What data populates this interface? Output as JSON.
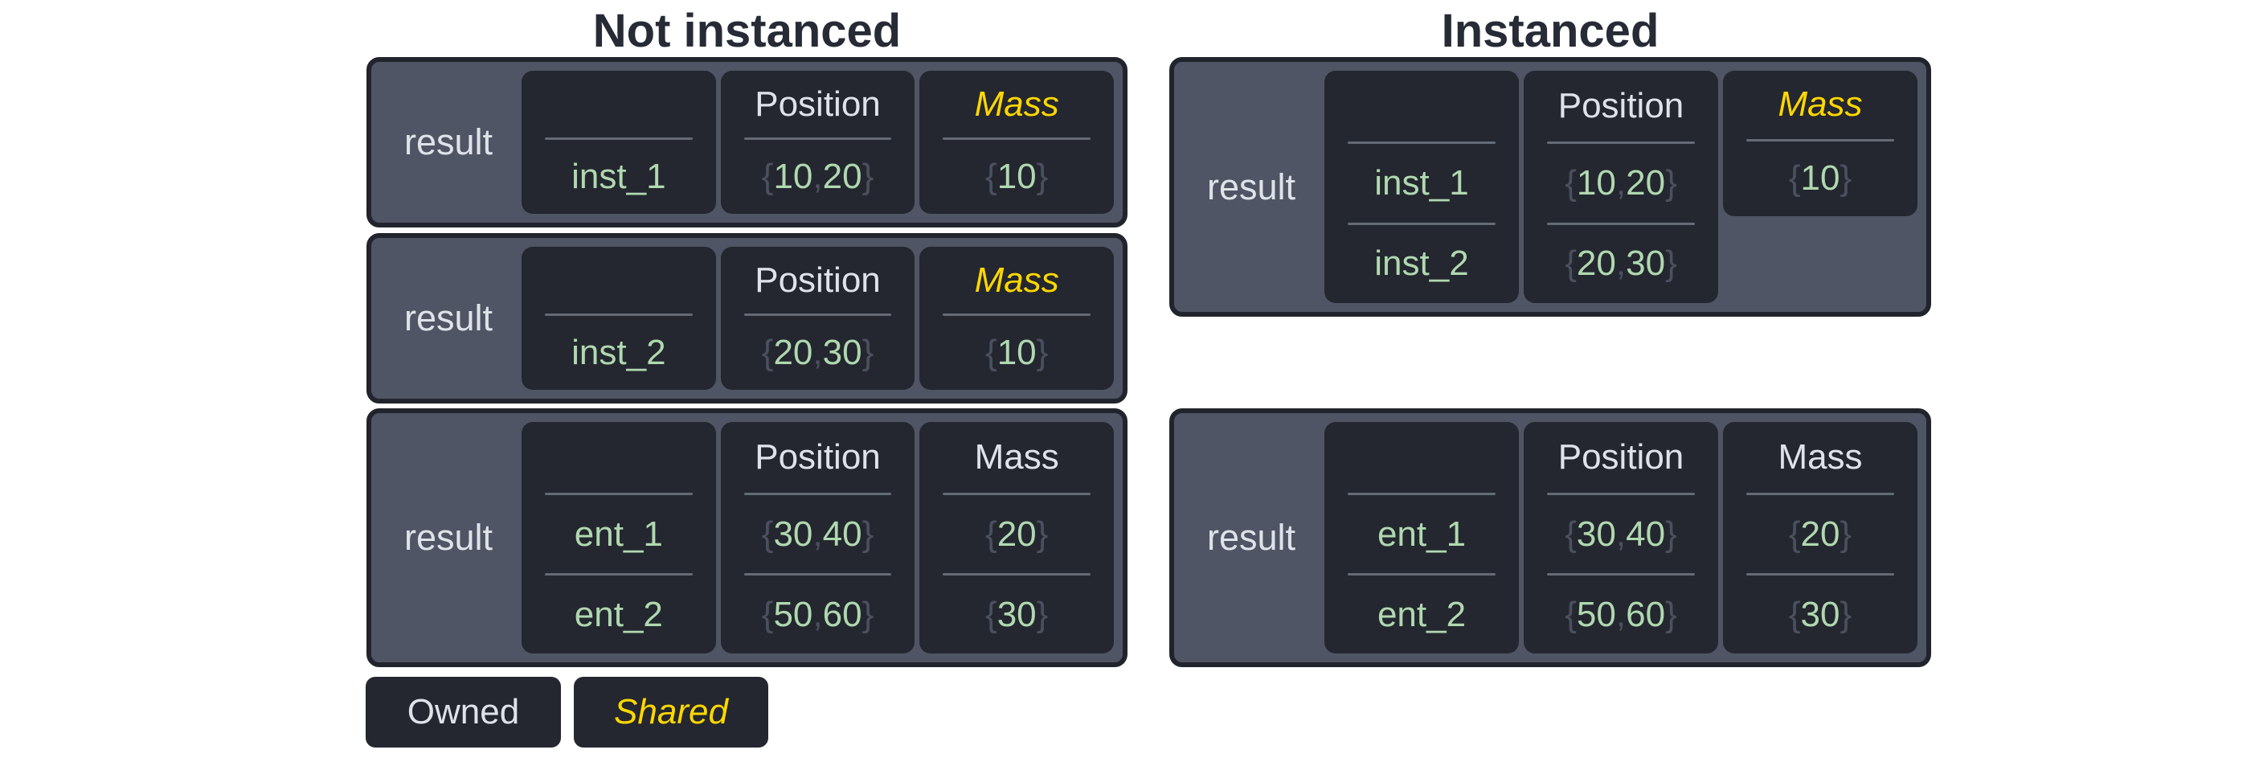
{
  "titles": {
    "left": "Not instanced",
    "right": "Instanced"
  },
  "legend": {
    "owned": "Owned",
    "shared": "Shared"
  },
  "colors": {
    "page_bg": "#ffffff",
    "title_text": "#262b36",
    "panel_bg": "#4f5564",
    "panel_border": "#21242c",
    "cell_bg": "#24272f",
    "divider": "#646b77",
    "owned_text": "#dfe3e9",
    "shared_yellow": "#ffd700",
    "value_green": "#b0d8b0",
    "brace_gray": "#4a505f"
  },
  "tables": [
    {
      "side": "left",
      "index": 1,
      "label": "result",
      "columns": [
        {
          "header": "",
          "style": "owned",
          "values": [
            {
              "text": "inst_1"
            }
          ]
        },
        {
          "header": "Position",
          "style": "owned",
          "values": [
            {
              "open": "{",
              "n1": "10",
              "sep": ", ",
              "n2": "20",
              "close": "}"
            }
          ]
        },
        {
          "header": "Mass",
          "style": "shared",
          "values": [
            {
              "open": "{",
              "n1": "10",
              "close": "}"
            }
          ]
        }
      ]
    },
    {
      "side": "left",
      "index": 2,
      "label": "result",
      "columns": [
        {
          "header": "",
          "style": "owned",
          "values": [
            {
              "text": "inst_2"
            }
          ]
        },
        {
          "header": "Position",
          "style": "owned",
          "values": [
            {
              "open": "{",
              "n1": "20",
              "sep": ", ",
              "n2": "30",
              "close": "}"
            }
          ]
        },
        {
          "header": "Mass",
          "style": "shared",
          "values": [
            {
              "open": "{",
              "n1": "10",
              "close": "}"
            }
          ]
        }
      ]
    },
    {
      "side": "left",
      "index": 3,
      "label": "result",
      "columns": [
        {
          "header": "",
          "style": "owned",
          "values": [
            {
              "text": "ent_1"
            },
            {
              "text": "ent_2"
            }
          ]
        },
        {
          "header": "Position",
          "style": "owned",
          "values": [
            {
              "open": "{",
              "n1": "30",
              "sep": ", ",
              "n2": "40",
              "close": "}"
            },
            {
              "open": "{",
              "n1": "50",
              "sep": ", ",
              "n2": "60",
              "close": "}"
            }
          ]
        },
        {
          "header": "Mass",
          "style": "owned",
          "values": [
            {
              "open": "{",
              "n1": "20",
              "close": "}"
            },
            {
              "open": "{",
              "n1": "30",
              "close": "}"
            }
          ]
        }
      ]
    },
    {
      "side": "right",
      "index": 1,
      "label": "result",
      "columns": [
        {
          "header": "",
          "style": "owned",
          "values": [
            {
              "text": "inst_1"
            },
            {
              "text": "inst_2"
            }
          ]
        },
        {
          "header": "Position",
          "style": "owned",
          "values": [
            {
              "open": "{",
              "n1": "10",
              "sep": ", ",
              "n2": "20",
              "close": "}"
            },
            {
              "open": "{",
              "n1": "20",
              "sep": ", ",
              "n2": "30",
              "close": "}"
            }
          ]
        },
        {
          "header": "Mass",
          "style": "shared",
          "short": true,
          "values": [
            {
              "open": "{",
              "n1": "10",
              "close": "}"
            }
          ]
        }
      ]
    },
    {
      "side": "right",
      "index": 2,
      "label": "result",
      "columns": [
        {
          "header": "",
          "style": "owned",
          "values": [
            {
              "text": "ent_1"
            },
            {
              "text": "ent_2"
            }
          ]
        },
        {
          "header": "Position",
          "style": "owned",
          "values": [
            {
              "open": "{",
              "n1": "30",
              "sep": ", ",
              "n2": "40",
              "close": "}"
            },
            {
              "open": "{",
              "n1": "50",
              "sep": ", ",
              "n2": "60",
              "close": "}"
            }
          ]
        },
        {
          "header": "Mass",
          "style": "owned",
          "values": [
            {
              "open": "{",
              "n1": "20",
              "close": "}"
            },
            {
              "open": "{",
              "n1": "30",
              "close": "}"
            }
          ]
        }
      ]
    }
  ]
}
